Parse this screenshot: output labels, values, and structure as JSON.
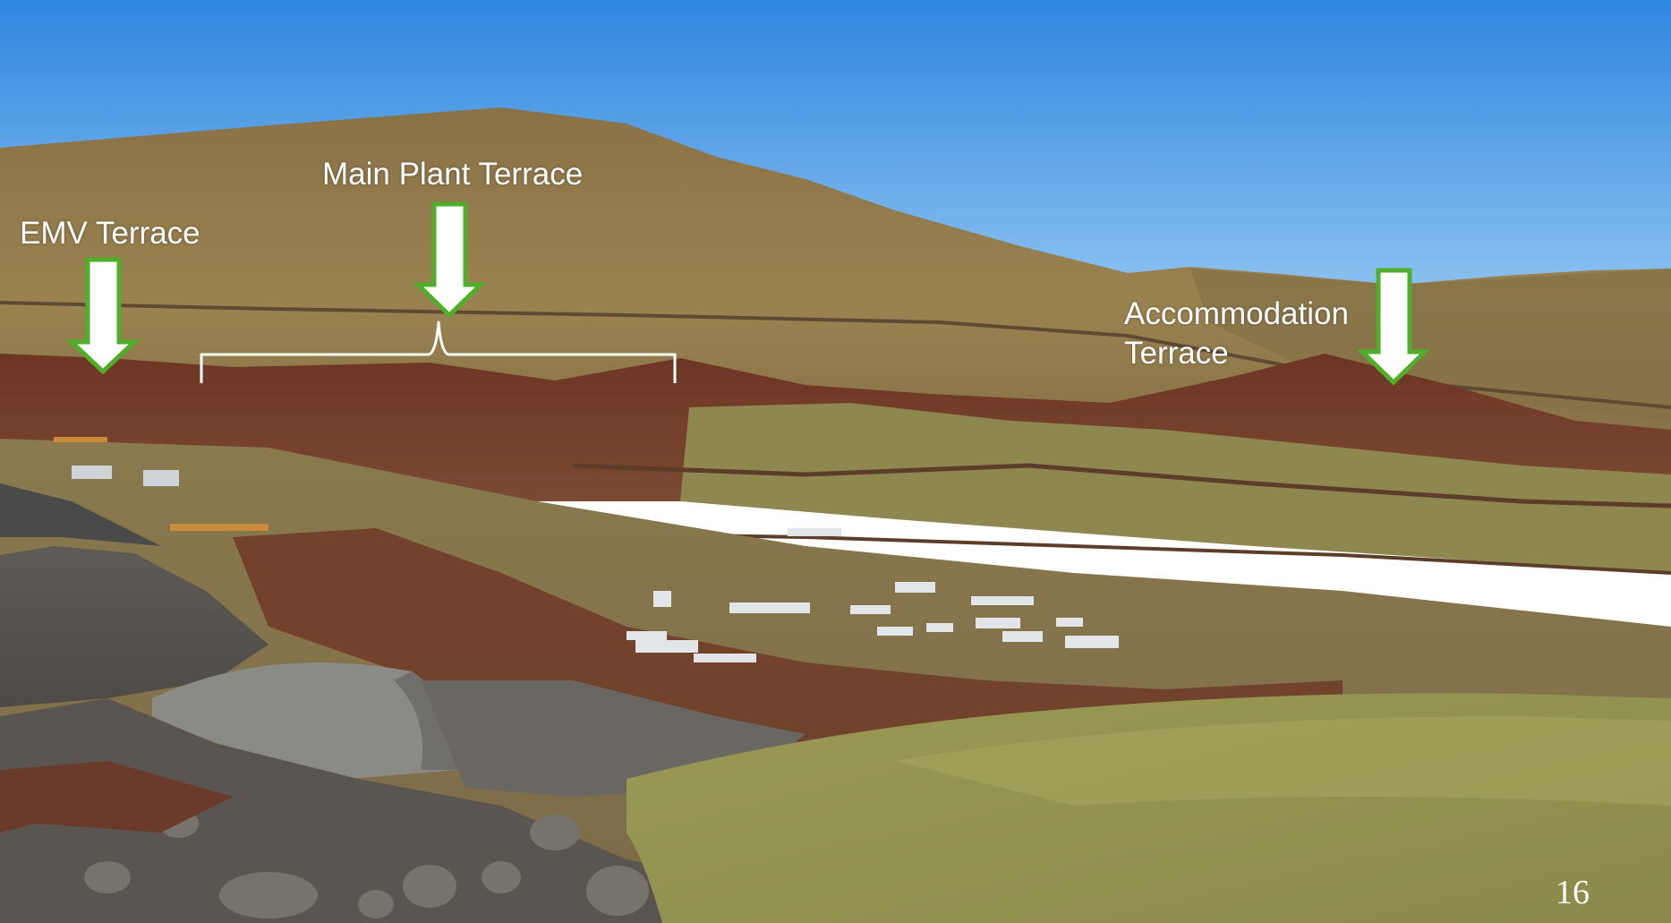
{
  "labels": {
    "emv": "EMV Terrace",
    "main_plant": "Main Plant Terrace",
    "accommodation_line1": "Accommodation",
    "accommodation_line2": "Terrace"
  },
  "page_number": "16",
  "colors": {
    "sky_top": "#2f86e0",
    "sky_bottom": "#9fcdf2",
    "arrow_fill": "#ffffff",
    "arrow_outline": "#4fae2a",
    "label_text": "#ffffff",
    "bracket": "#ffffff"
  },
  "icons": {
    "arrow": "down-arrow-icon",
    "bracket": "curly-brace-icon"
  }
}
